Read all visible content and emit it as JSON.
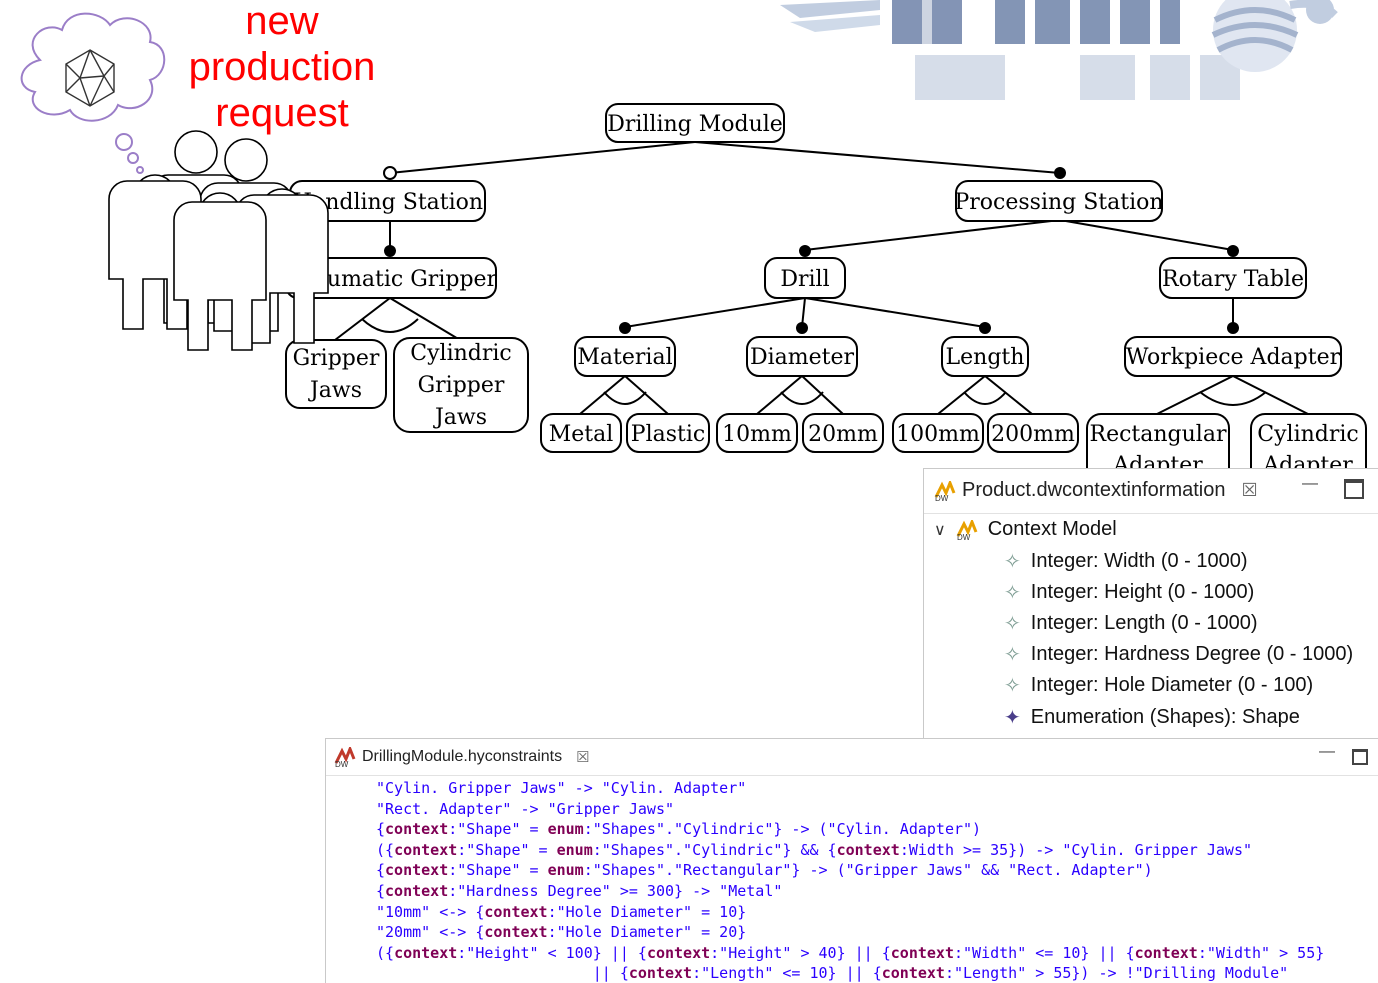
{
  "caption": {
    "lines": [
      "new",
      "production",
      "request"
    ],
    "color": "#ff0000"
  },
  "feature_model": {
    "root": "Drilling Module",
    "nodes": {
      "handling_station": "Handling Station",
      "processing_station": "Processing Station",
      "pneumatic_gripper": "Pneumatic Gripper",
      "gripper_jaws": [
        "Gripper",
        "Jaws"
      ],
      "cylindric_gripper_jaws": [
        "Cylindric",
        "Gripper",
        "Jaws"
      ],
      "drill": "Drill",
      "rotary_table": "Rotary Table",
      "material": "Material",
      "diameter": "Diameter",
      "length": "Length",
      "workpiece_adapter": "Workpiece Adapter",
      "metal": "Metal",
      "plastic": "Plastic",
      "mm10": "10mm",
      "mm20": "20mm",
      "mm100": "100mm",
      "mm200": "200mm",
      "rectangular_adapter": [
        "Rectangular",
        "Adapter"
      ],
      "cylindric_adapter": [
        "Cylindric",
        "Adapter"
      ]
    }
  },
  "context_panel": {
    "tab_title": "Product.dwcontextinformation",
    "tab_close": "☒",
    "root_label": "Context Model",
    "items": [
      {
        "label": "Integer: Width (0 - 1000)",
        "icon": "diamond-outline-icon"
      },
      {
        "label": "Integer: Height (0 - 1000)",
        "icon": "diamond-outline-icon"
      },
      {
        "label": "Integer: Length (0 - 1000)",
        "icon": "diamond-outline-icon"
      },
      {
        "label": "Integer: Hardness Degree (0 - 1000)",
        "icon": "diamond-outline-icon"
      },
      {
        "label": "Integer: Hole Diameter (0 - 100)",
        "icon": "diamond-outline-icon"
      },
      {
        "label": "Enumeration (Shapes): Shape",
        "icon": "diamond-filled-icon"
      }
    ]
  },
  "constraints_panel": {
    "tab_title": "DrillingModule.hyconstraints",
    "tab_close": "☒",
    "lines": [
      "\"Cylin. Gripper Jaws\" -> \"Cylin. Adapter\"",
      "\"Rect. Adapter\" -> \"Gripper Jaws\"",
      "{context:\"Shape\" = enum:\"Shapes\".\"Cylindric\"} -> (\"Cylin. Adapter\")",
      "({context:\"Shape\" = enum:\"Shapes\".\"Cylindric\"} && {context:Width >= 35}) -> \"Cylin. Gripper Jaws\"",
      "{context:\"Shape\" = enum:\"Shapes\".\"Rectangular\"} -> (\"Gripper Jaws\" && \"Rect. Adapter\")",
      "{context:\"Hardness Degree\" >= 300} -> \"Metal\"",
      "\"10mm\" <-> {context:\"Hole Diameter\" = 10}",
      "\"20mm\" <-> {context:\"Hole Diameter\" = 20}",
      "({context:\"Height\" < 100} || {context:\"Height\" > 40} || {context:\"Width\" <= 10} || {context:\"Width\" > 55}",
      "                        || {context:\"Length\" <= 10} || {context:\"Length\" > 55}) -> !\"Drilling Module\""
    ],
    "keyword_color": "#7f0055",
    "string_color": "#2a00ff"
  },
  "colors": {
    "minimize_glyph": "▭",
    "maximize_glyph": "🗖"
  }
}
